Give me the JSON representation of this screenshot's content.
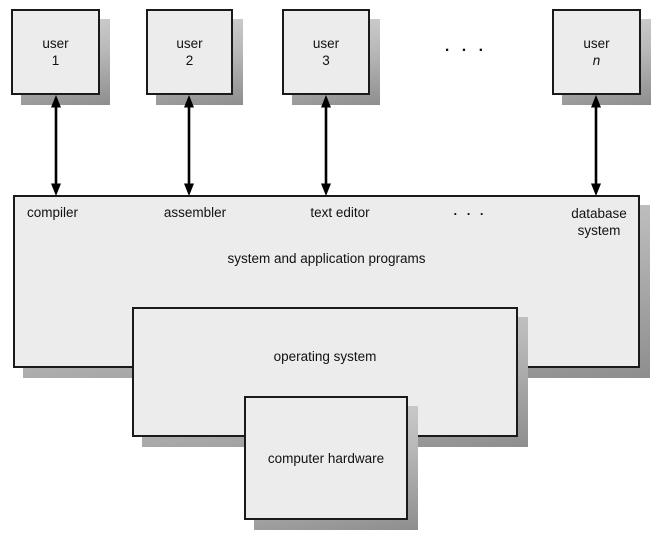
{
  "diagram": {
    "users": [
      {
        "name": "user",
        "id": "1"
      },
      {
        "name": "user",
        "id": "2"
      },
      {
        "name": "user",
        "id": "3"
      },
      {
        "name": "user",
        "id": "n"
      }
    ],
    "top_ellipsis": ". . .",
    "programs_box": {
      "compiler": "compiler",
      "assembler": "assembler",
      "text_editor": "text editor",
      "ellipsis": ". . .",
      "database_line1": "database",
      "database_line2": "system",
      "title": "system and application programs"
    },
    "os_box": {
      "title": "operating system"
    },
    "hardware_box": {
      "title": "computer hardware"
    },
    "colors": {
      "box_fill": "#ececec",
      "box_border": "#1a1a1a",
      "shadow_light": "#d2d2d2",
      "shadow_dark": "#8e8e8e",
      "arrow": "#000000",
      "background": "#ffffff"
    }
  }
}
